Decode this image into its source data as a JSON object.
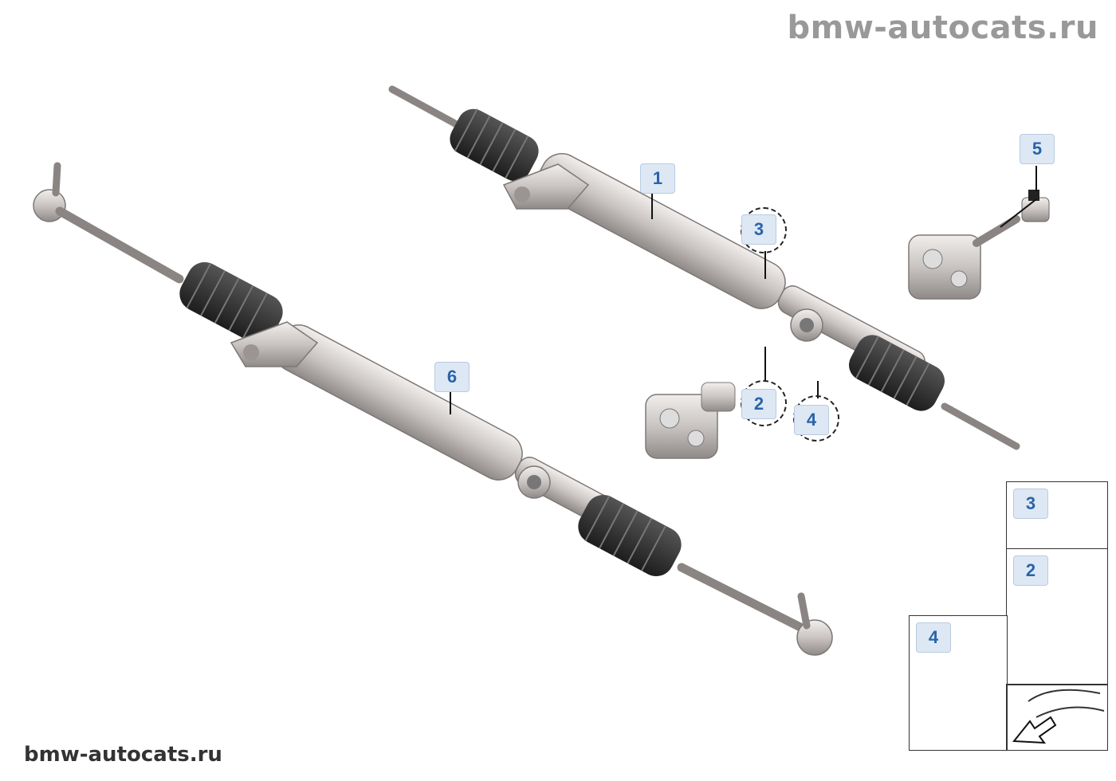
{
  "watermarks": {
    "top": "bmw-autocats.ru",
    "bottom": "bmw-autocats.ru"
  },
  "callouts": {
    "c1": "1",
    "c2": "2",
    "c3": "3",
    "c4": "4",
    "c5": "5",
    "c6": "6"
  },
  "panels": {
    "nut": "3",
    "bolt_short": "2",
    "bolt_long": "4"
  },
  "colors": {
    "callout_bg": "#dde8f4",
    "callout_text": "#2a63a9",
    "boot": "#2b2b2b",
    "metal": "#c9c4c2"
  }
}
